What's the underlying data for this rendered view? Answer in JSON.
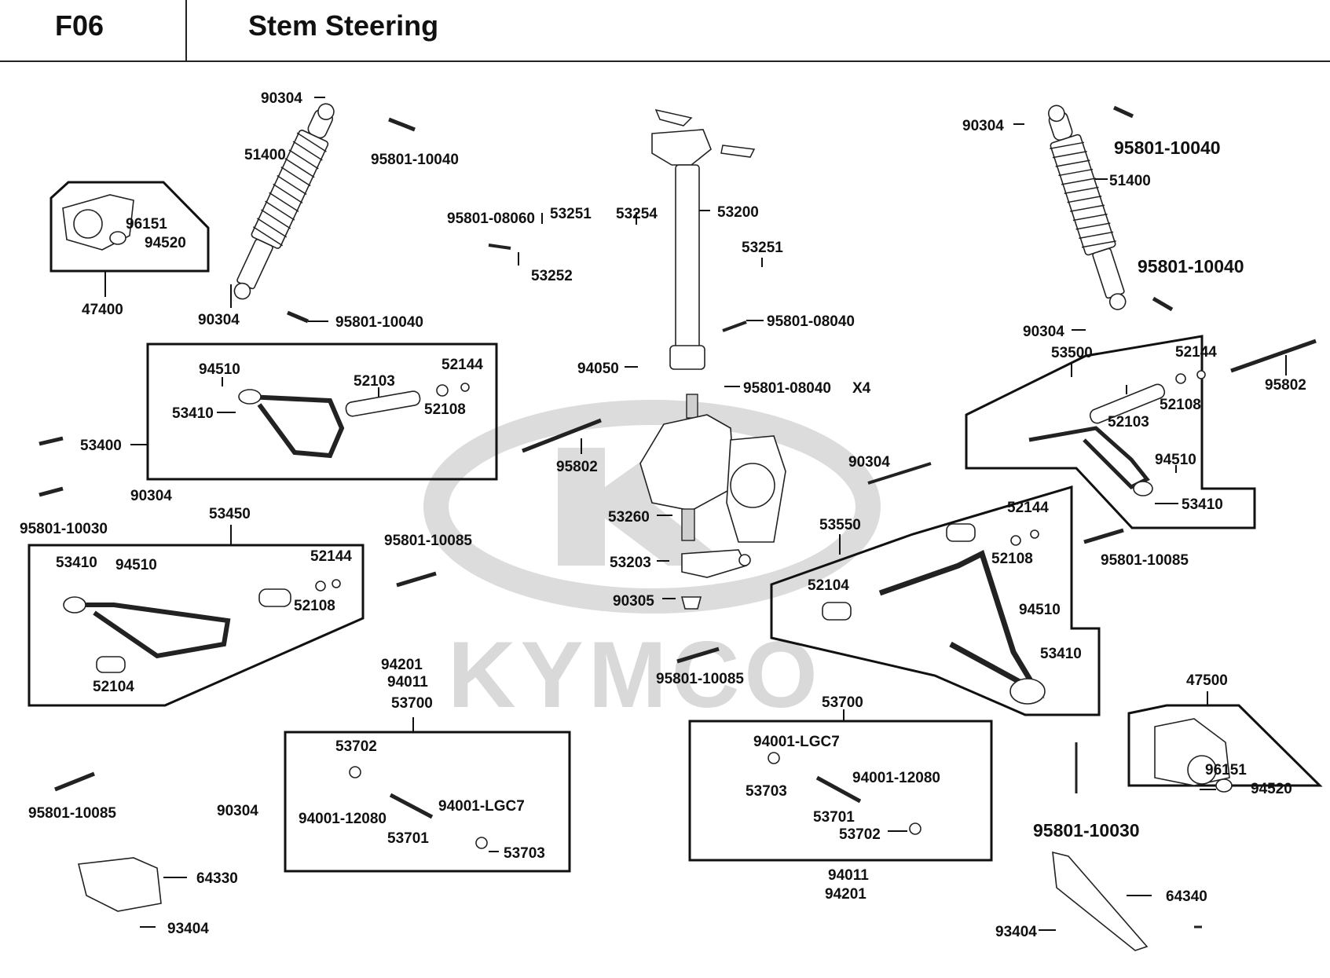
{
  "header": {
    "code": "F06",
    "title": "Stem Steering"
  },
  "watermark": {
    "brand": "KYMCO",
    "color": "#d9d9d9"
  },
  "labels": {
    "l_90304_a": "90304",
    "l_95801_10040_a": "95801-10040",
    "l_51400_a": "51400",
    "l_96151_a": "96151",
    "l_94520_a": "94520",
    "l_47400": "47400",
    "l_90304_b": "90304",
    "l_95801_10040_b": "95801-10040",
    "l_95801_08060": "95801-08060",
    "l_53251_a": "53251",
    "l_53254": "53254",
    "l_53200": "53200",
    "l_53252": "53252",
    "l_53251_b": "53251",
    "l_95801_08040_a": "95801-08040",
    "l_94050": "94050",
    "l_95801_08040_b": "95801-08040",
    "l_x4": "X4",
    "l_90304_c": "90304",
    "l_95801_10040_c": "95801-10040",
    "l_51400_b": "51400",
    "l_95801_10040_d": "95801-10040",
    "l_90304_d": "90304",
    "l_53500": "53500",
    "l_52144_a": "52144",
    "l_95802_a": "95802",
    "l_52108_a": "52108",
    "l_52103_a": "52103",
    "l_94510_a": "94510",
    "l_53410_a": "53410",
    "l_94510_b": "94510",
    "l_52103_b": "52103",
    "l_52144_b": "52144",
    "l_53410_b": "53410",
    "l_52108_b": "52108",
    "l_53400": "53400",
    "l_95801_10030_a": "95801-10030",
    "l_95802_b": "95802",
    "l_53260": "53260",
    "l_53203": "53203",
    "l_90305": "90305",
    "l_90304_e": "90304",
    "l_53550": "53550",
    "l_52144_c": "52144",
    "l_52108_c": "52108",
    "l_52104_a": "52104",
    "l_94510_c": "94510",
    "l_53410_c": "53410",
    "l_95801_10085_a": "95801-10085",
    "l_90304_f": "90304",
    "l_53450": "53450",
    "l_53410_d": "53410",
    "l_94510_d": "94510",
    "l_52144_d": "52144",
    "l_52108_d": "52108",
    "l_52104_b": "52104",
    "l_95801_10085_b": "95801-10085",
    "l_94201_a": "94201",
    "l_94011_a": "94011",
    "l_53700_a": "53700",
    "l_95801_10085_c": "95801-10085",
    "l_53700_b": "53700",
    "l_47500": "47500",
    "l_53702_a": "53702",
    "l_94001_12080_a": "94001-12080",
    "l_94001_lgc7_a": "94001-LGC7",
    "l_53701_a": "53701",
    "l_53703_a": "53703",
    "l_94001_lgc7_b": "94001-LGC7",
    "l_53703_b": "53703",
    "l_94001_12080_b": "94001-12080",
    "l_53701_b": "53701",
    "l_53702_b": "53702",
    "l_96151_b": "96151",
    "l_94520_b": "94520",
    "l_95801_10030_b": "95801-10030",
    "l_95801_10085_d": "95801-10085",
    "l_90304_g": "90304",
    "l_64330": "64330",
    "l_93404_a": "93404",
    "l_94011_b": "94011",
    "l_94201_b": "94201",
    "l_64340": "64340",
    "l_93404_b": "93404"
  }
}
